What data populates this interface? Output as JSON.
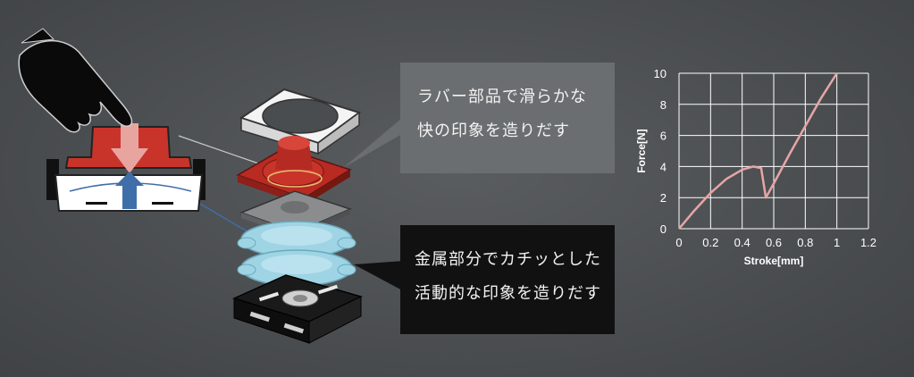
{
  "callouts": {
    "rubber": {
      "lines": [
        "ラバー部品で滑らかな",
        "快の印象を造りだす"
      ]
    },
    "metal": {
      "lines": [
        "金属部分でカチッとした",
        "活動的な印象を造りだす"
      ]
    }
  },
  "colors": {
    "background": "#4a4d50",
    "rubber_callout_fill": "#6b6e70",
    "metal_callout_fill": "#111111",
    "keycap_red": "#c8342a",
    "rubber_red": "#b82a22",
    "metal_dome_blue": "#9fd4e4",
    "press_arrow": "#e07a72",
    "return_arrow": "#3f6fa8",
    "curve": "#e6a6a6"
  },
  "icons": [
    "pointing-hand-icon",
    "press-arrow-icon",
    "return-arrow-icon"
  ],
  "chart_data": {
    "type": "line",
    "xlabel": "Stroke[mm]",
    "ylabel": "Force[N]",
    "xlim": [
      0,
      1.2
    ],
    "ylim": [
      0,
      10
    ],
    "xticks": [
      0,
      0.2,
      0.4,
      0.6,
      0.8,
      1,
      1.2
    ],
    "xtick_labels": [
      "0",
      "0.2",
      "0.4",
      "0.6",
      "0.8",
      "1",
      "1.2"
    ],
    "yticks": [
      0,
      2,
      4,
      6,
      8,
      10
    ],
    "ytick_labels": [
      "0",
      "2",
      "4",
      "6",
      "8",
      "10"
    ],
    "grid": true,
    "series": [
      {
        "x": [
          0,
          0.1,
          0.2,
          0.3,
          0.4,
          0.47,
          0.52,
          0.55,
          0.6,
          0.7,
          0.8,
          0.9,
          1.0
        ],
        "y": [
          0,
          1.2,
          2.3,
          3.2,
          3.8,
          4.0,
          3.9,
          2.0,
          2.9,
          4.8,
          6.6,
          8.4,
          10.0
        ]
      }
    ]
  }
}
